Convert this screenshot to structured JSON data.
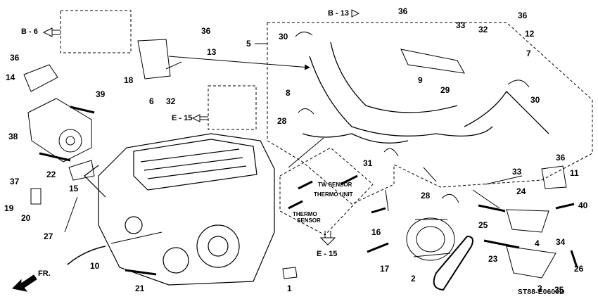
{
  "diagram_code": "ST88-E0600D",
  "refs": {
    "b6": "B - 6",
    "b13": "B - 13",
    "e15_left": "E - 15",
    "e15_bottom": "E - 15",
    "front": "FR."
  },
  "sensor_labels": {
    "tw": "TW SENSOR",
    "thermo_unit": "THERMO UNIT",
    "thermo_sensor_1": "THERMO",
    "thermo_sensor_2": "SENSOR"
  },
  "parts": {
    "p1": "1",
    "p2": "2",
    "p3": "3",
    "p4": "4",
    "p5": "5",
    "p6": "6",
    "p7": "7",
    "p8": "8",
    "p9": "9",
    "p10": "10",
    "p11": "11",
    "p12": "12",
    "p13": "13",
    "p14": "14",
    "p15": "15",
    "p16": "16",
    "p17": "17",
    "p18": "18",
    "p19": "19",
    "p20": "20",
    "p21": "21",
    "p22": "22",
    "p23": "23",
    "p24": "24",
    "p25": "25",
    "p26": "26",
    "p27": "27",
    "p28a": "28",
    "p28b": "28",
    "p29": "29",
    "p30a": "30",
    "p30b": "30",
    "p31": "31",
    "p32a": "32",
    "p32b": "32",
    "p33a": "33",
    "p33b": "33",
    "p34": "34",
    "p35": "35",
    "p36a": "36",
    "p36b": "36",
    "p36c": "36",
    "p36d": "36",
    "p36e": "36",
    "p37": "37",
    "p38": "38",
    "p39": "39",
    "p40": "40"
  }
}
